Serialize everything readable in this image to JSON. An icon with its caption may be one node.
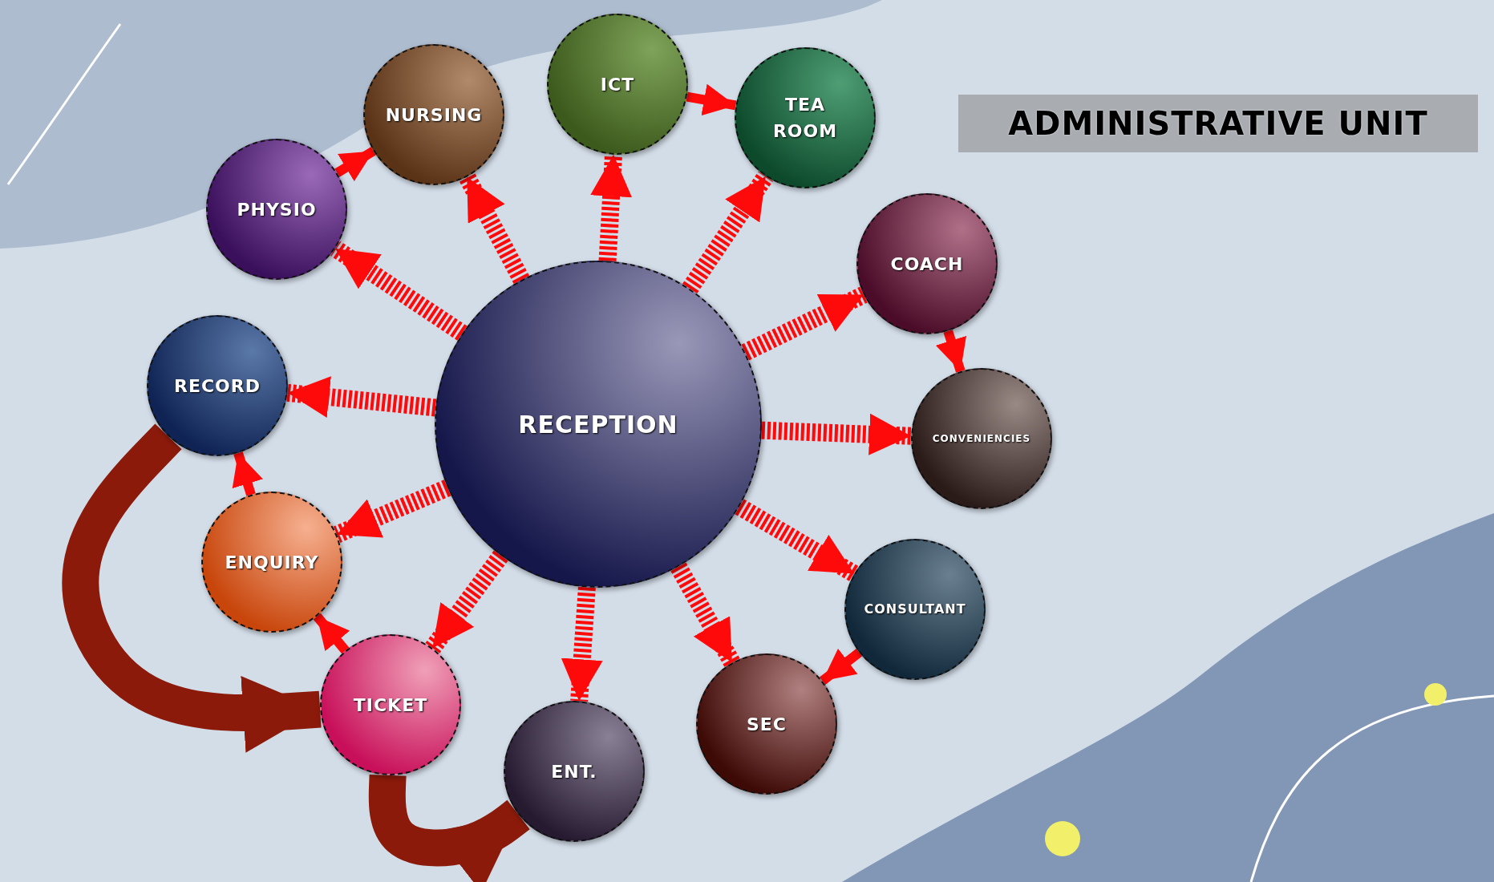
{
  "diagram": {
    "title": "ADMINISTRATIVE UNIT",
    "nodes": [
      {
        "text": [
          "ICT"
        ]
      },
      {
        "text": [
          "NURSING"
        ]
      },
      {
        "text": [
          "TEA ROOM"
        ]
      },
      {
        "text": [
          "PHYSIO"
        ]
      },
      {
        "text": [
          "COACH"
        ]
      },
      {
        "text": [
          "RECORD"
        ]
      },
      {
        "text": [
          "RECEPTION"
        ]
      },
      {
        "text": [
          "CONVENIENCIES"
        ]
      },
      {
        "text": [
          "ENQUIRY"
        ]
      },
      {
        "text": [
          "CONSULTANT"
        ]
      },
      {
        "text": [
          "TICKET"
        ]
      },
      {
        "text": [
          "SEC"
        ]
      },
      {
        "text": [
          "ENT."
        ]
      }
    ],
    "edges": [
      {
        "from": 6,
        "to": 0,
        "arrow": "to",
        "style": "dashed"
      },
      {
        "from": 6,
        "to": 1,
        "arrow": "to",
        "style": "dashed"
      },
      {
        "from": 6,
        "to": 2,
        "arrow": "to",
        "style": "dashed"
      },
      {
        "from": 6,
        "to": 3,
        "arrow": "to",
        "style": "dashed"
      },
      {
        "from": 6,
        "to": 4,
        "arrow": "to",
        "style": "dashed"
      },
      {
        "from": 6,
        "to": 5,
        "arrow": "to",
        "style": "dashed"
      },
      {
        "from": 6,
        "to": 7,
        "arrow": "to",
        "style": "dashed"
      },
      {
        "from": 6,
        "to": 8,
        "arrow": "to",
        "style": "dashed"
      },
      {
        "from": 6,
        "to": 9,
        "arrow": "to",
        "style": "dashed"
      },
      {
        "from": 6,
        "to": 10,
        "arrow": "to",
        "style": "dashed"
      },
      {
        "from": 6,
        "to": 11,
        "arrow": "to",
        "style": "dashed"
      },
      {
        "from": 6,
        "to": 12,
        "arrow": "to",
        "style": "dashed"
      },
      {
        "from": 3,
        "to": 1,
        "arrow": "to"
      },
      {
        "from": 0,
        "to": 2,
        "arrow": "to"
      },
      {
        "from": 4,
        "to": 7,
        "arrow": "to"
      },
      {
        "from": 9,
        "to": 11,
        "arrow": "to"
      },
      {
        "from": 10,
        "to": 8,
        "arrow": "to"
      },
      {
        "from": 8,
        "to": 5,
        "arrow": "to"
      },
      {
        "from": 5,
        "to": 10,
        "arrow": "to",
        "style": "thick",
        "color": "#8b1a0a"
      },
      {
        "from": 10,
        "to": 12,
        "arrow": "to",
        "style": "thick",
        "color": "#8b1a0a"
      }
    ]
  }
}
